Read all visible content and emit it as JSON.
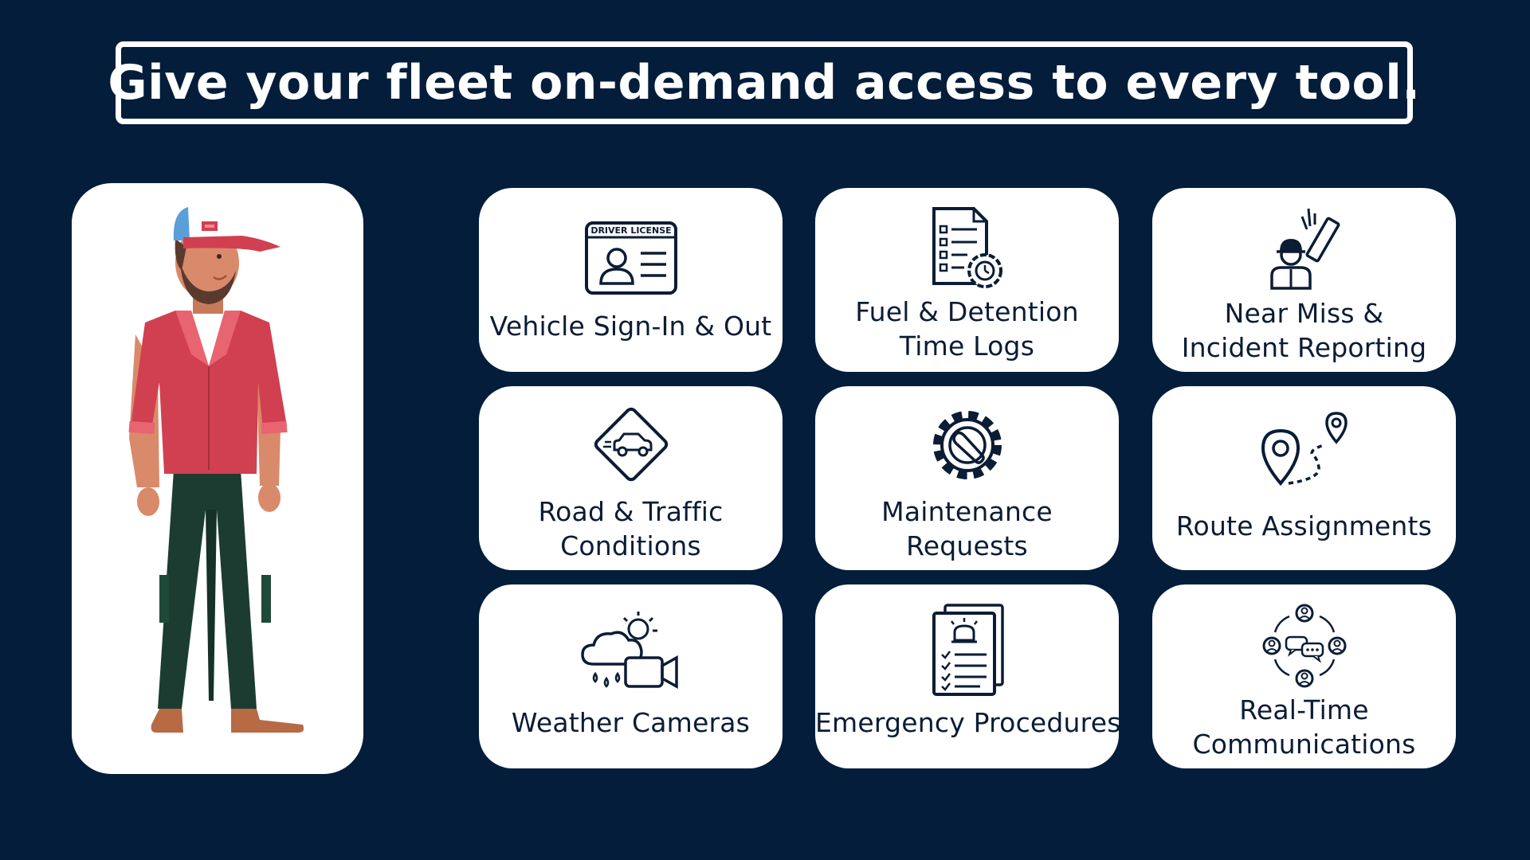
{
  "title": "Give your fleet on-demand access to every tool.",
  "colors": {
    "background": "#041d3a",
    "card": "#ffffff",
    "text_dark": "#0b1c35",
    "icon_stroke": "#0b1c35"
  },
  "person": {
    "icon": "driver-illustration"
  },
  "tools": [
    {
      "icon": "driver-license-icon",
      "lines": [
        "Vehicle Sign-In & Out"
      ],
      "icon_text": "DRIVER LICENSE"
    },
    {
      "icon": "fuel-log-document-icon",
      "lines": [
        "Fuel & Detention",
        "Time Logs"
      ]
    },
    {
      "icon": "incident-worker-icon",
      "lines": [
        "Near Miss &",
        "Incident Reporting"
      ]
    },
    {
      "icon": "road-sign-car-icon",
      "lines": [
        "Road & Traffic",
        "Conditions"
      ]
    },
    {
      "icon": "wrench-gear-icon",
      "lines": [
        "Maintenance",
        "Requests"
      ]
    },
    {
      "icon": "route-pins-icon",
      "lines": [
        "Route Assignments"
      ]
    },
    {
      "icon": "weather-camera-icon",
      "lines": [
        "Weather Cameras"
      ]
    },
    {
      "icon": "emergency-checklist-icon",
      "lines": [
        "Emergency Procedures"
      ]
    },
    {
      "icon": "team-chat-icon",
      "lines": [
        "Real-Time",
        "Communications"
      ]
    }
  ]
}
